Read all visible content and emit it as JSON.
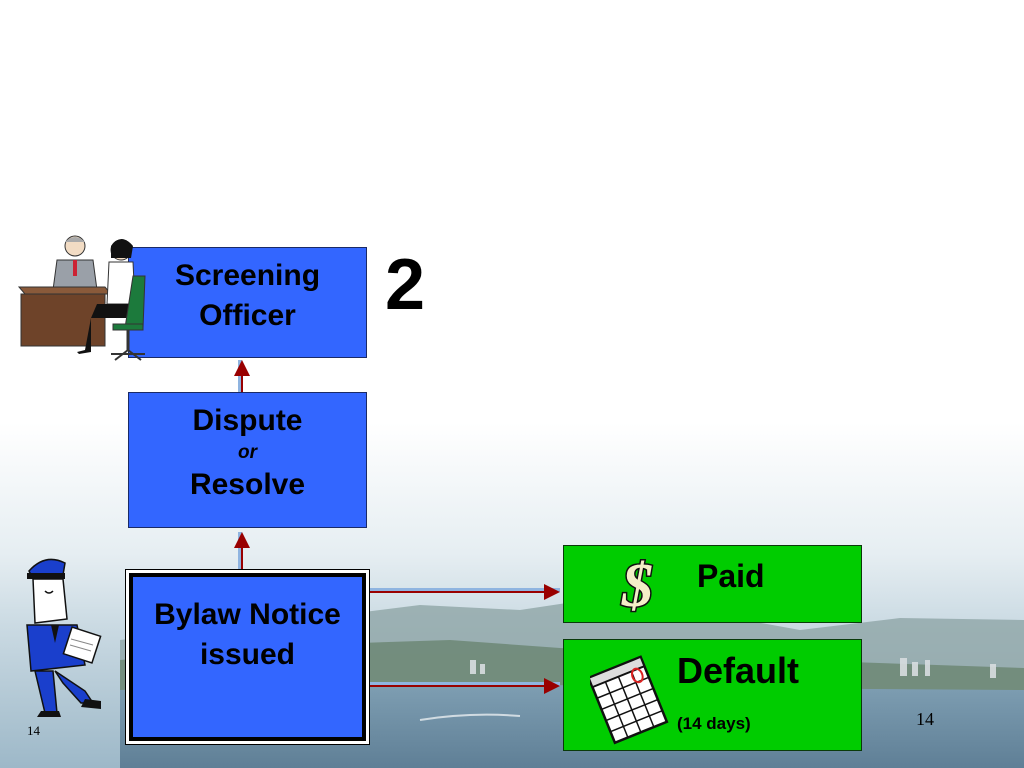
{
  "diagram": {
    "step_number": "2",
    "nodes": {
      "screening": {
        "line1": "Screening",
        "line2": "Officer"
      },
      "dispute": {
        "line1": "Dispute",
        "connector": "or",
        "line2": "Resolve"
      },
      "bylaw": {
        "line1": "Bylaw Notice",
        "line2": "issued"
      },
      "paid": {
        "label": "Paid",
        "icon": "dollar-sign-icon"
      },
      "default": {
        "label": "Default",
        "sublabel": "(14 days)",
        "icon": "calendar-icon"
      }
    },
    "edges": [
      {
        "from": "bylaw",
        "to": "dispute"
      },
      {
        "from": "dispute",
        "to": "screening"
      },
      {
        "from": "bylaw",
        "to": "paid"
      },
      {
        "from": "bylaw",
        "to": "default"
      }
    ]
  },
  "slide_number": "14",
  "illustrations": {
    "top_left": "meeting-clipart",
    "bottom_left": "bylaw-officer-clipart",
    "background": "harbour-photo"
  },
  "colors": {
    "blue_box": "#3366ff",
    "green_box": "#00cc00",
    "arrow": "#990000"
  }
}
